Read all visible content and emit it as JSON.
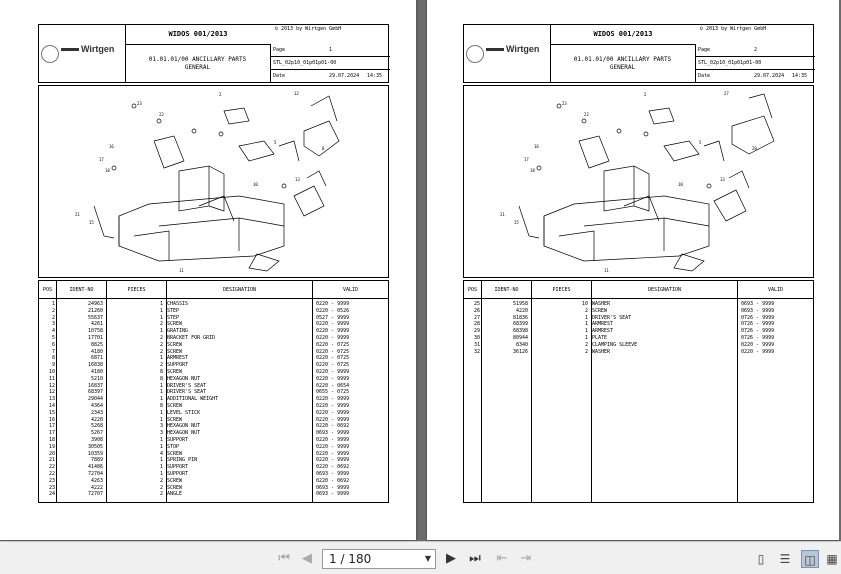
{
  "pages": [
    {
      "title": "WIDOS 001/2013",
      "copyright": "© 2013 by Wirtgen GmbH",
      "logo_text": "Wirtgen",
      "group_code": "01.01.01/00 ANCILLARY PARTS",
      "group_sub": "GENERAL",
      "page_label": "Page",
      "page_number": "1",
      "doc_id": "STL_02p10_01p01p01-00",
      "date_label": "Date",
      "date": "29.07.2024",
      "time": "14:35",
      "columns": {
        "pos": "POS",
        "ident": "IDENT-NO",
        "pieces": "PIECES",
        "designation": "DESIGNATION",
        "valid": "VALID"
      },
      "rows": [
        [
          "1",
          "24963",
          "1",
          "CHASSIS",
          "0220 - 9999"
        ],
        [
          "2",
          "21260",
          "1",
          "STEP",
          "0220 - 0526"
        ],
        [
          "2",
          "55637",
          "1",
          "STEP",
          "0527 - 9999"
        ],
        [
          "3",
          "4261",
          "2",
          "SCREW",
          "0220 - 9999"
        ],
        [
          "4",
          "10758",
          "1",
          "GRATING",
          "0220 - 9999"
        ],
        [
          "5",
          "17701",
          "2",
          "BRACKET FOR GRID",
          "0220 - 9999"
        ],
        [
          "6",
          "8825",
          "2",
          "SCREW",
          "0220 - 0725"
        ],
        [
          "7",
          "4180",
          "2",
          "SCREW",
          "0220 - 0725"
        ],
        [
          "8",
          "6871",
          "1",
          "ARMREST",
          "0220 - 0725"
        ],
        [
          "9",
          "16838",
          "2",
          "SUPPORT",
          "0220 - 0725"
        ],
        [
          "10",
          "4180",
          "8",
          "SCREW",
          "0220 - 9999"
        ],
        [
          "11",
          "5210",
          "8",
          "HEXAGON NUT",
          "0220 - 9999"
        ],
        [
          "12",
          "16837",
          "1",
          "DRIVER'S SEAT",
          "0220 - 0654"
        ],
        [
          "12",
          "68397",
          "1",
          "DRIVER'S SEAT",
          "0655 - 0725"
        ],
        [
          "13",
          "29044",
          "1",
          "ADDITIONAL WEIGHT",
          "0220 - 9999"
        ],
        [
          "14",
          "4364",
          "8",
          "SCREW",
          "0220 - 9999"
        ],
        [
          "15",
          "2343",
          "1",
          "LEVEL STICK",
          "0220 - 9999"
        ],
        [
          "16",
          "4220",
          "1",
          "SCREW",
          "0220 - 9999"
        ],
        [
          "17",
          "5268",
          "3",
          "HEXAGON NUT",
          "0220 - 0692"
        ],
        [
          "17",
          "5267",
          "3",
          "HEXAGON NUT",
          "0693 - 9999"
        ],
        [
          "18",
          "3908",
          "1",
          "SUPPORT",
          "0220 - 9999"
        ],
        [
          "19",
          "30505",
          "1",
          "STOP",
          "0220 - 9999"
        ],
        [
          "20",
          "10359",
          "4",
          "SCREW",
          "0220 - 9999"
        ],
        [
          "21",
          "7889",
          "1",
          "SPRING PIN",
          "0220 - 9999"
        ],
        [
          "22",
          "41486",
          "1",
          "SUPPORT",
          "0220 - 0692"
        ],
        [
          "22",
          "72704",
          "1",
          "SUPPORT",
          "0693 - 9999"
        ],
        [
          "23",
          "4263",
          "2",
          "SCREW",
          "0220 - 0692"
        ],
        [
          "23",
          "4222",
          "2",
          "SCREW",
          "0693 - 9999"
        ],
        [
          "24",
          "72707",
          "2",
          "ANGLE",
          "0693 - 9999"
        ]
      ]
    },
    {
      "title": "WIDOS 001/2013",
      "copyright": "© 2013 by Wirtgen GmbH",
      "logo_text": "Wirtgen",
      "group_code": "01.01.01/00 ANCILLARY PARTS",
      "group_sub": "GENERAL",
      "page_label": "Page",
      "page_number": "2",
      "doc_id": "STL_02p10_01p01p01-00",
      "date_label": "Date",
      "date": "29.07.2024",
      "time": "14:35",
      "columns": {
        "pos": "POS",
        "ident": "IDENT-NO",
        "pieces": "PIECES",
        "designation": "DESIGNATION",
        "valid": "VALID"
      },
      "rows": [
        [
          "25",
          "51958",
          "10",
          "WASHER",
          "0693 - 9999"
        ],
        [
          "26",
          "4220",
          "2",
          "SCREW",
          "0693 - 9999"
        ],
        [
          "27",
          "81836",
          "1",
          "DRIVER'S SEAT",
          "0726 - 9999"
        ],
        [
          "28",
          "68399",
          "1",
          "ARMREST",
          "0726 - 9999"
        ],
        [
          "29",
          "68398",
          "1",
          "ARMREST",
          "0726 - 9999"
        ],
        [
          "30",
          "80944",
          "1",
          "PLATE",
          "0726 - 9999"
        ],
        [
          "31",
          "8340",
          "2",
          "CLAMPING SLEEVE",
          "0220 - 9999"
        ],
        [
          "32",
          "36126",
          "2",
          "WASHER",
          "0220 - 9999"
        ]
      ]
    }
  ],
  "toolbar": {
    "page_indicator": "1 / 180",
    "icons": [
      "first-page-icon",
      "prev-page-icon",
      "next-page-icon",
      "last-page-icon",
      "back-icon",
      "forward-icon",
      "single-page-icon",
      "continuous-icon",
      "two-page-icon",
      "two-page-continuous-icon"
    ]
  }
}
